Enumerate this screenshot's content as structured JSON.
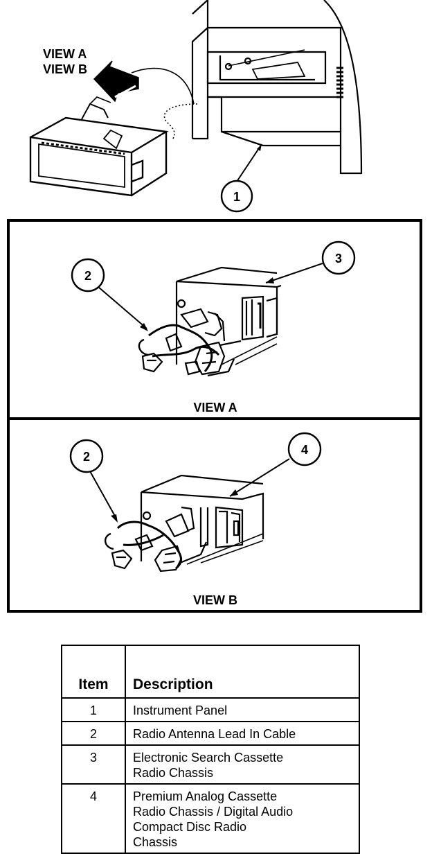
{
  "overview": {
    "view_a_label": "VIEW A",
    "view_b_label": "VIEW B",
    "callout_1": "1"
  },
  "panel_a": {
    "caption": "VIEW A",
    "callout_2": "2",
    "callout_3": "3"
  },
  "panel_b": {
    "caption": "VIEW B",
    "callout_2": "2",
    "callout_4": "4"
  },
  "legend": {
    "headers": {
      "item": "Item",
      "description": "Description"
    },
    "rows": [
      {
        "item": "1",
        "description": "Instrument Panel"
      },
      {
        "item": "2",
        "description": "Radio Antenna Lead In Cable"
      },
      {
        "item": "3",
        "description": "Electronic Search Cassette\nRadio Chassis"
      },
      {
        "item": "4",
        "description": "Premium Analog Cassette\nRadio Chassis / Digital Audio\nCompact Disc Radio\nChassis"
      }
    ]
  }
}
